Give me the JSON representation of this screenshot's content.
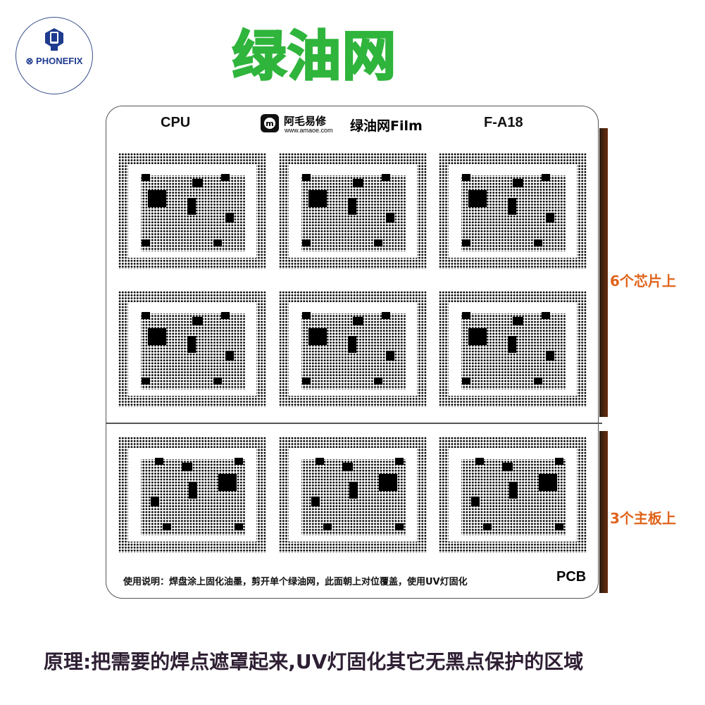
{
  "logo": {
    "text": "⊗ PHONEFIX",
    "icon": "wrench-phone-icon"
  },
  "title": "绿油网",
  "card": {
    "left_label": "CPU",
    "brand_cn": "阿毛易修",
    "brand_url": "www.amaoe.com",
    "film_label": "绿油网Film",
    "model": "F-A18",
    "instructions": "使用说明：焊盘涂上固化油墨，剪开单个绿油网，此面朝上对位覆盖，使用UV灯固化",
    "pcb_label": "PCB"
  },
  "side_labels": {
    "chips": "6个芯片上",
    "boards": "3个主板上"
  },
  "principle": "原理:把需要的焊点遮罩起来,UV灯固化其它无黑点保护的区域",
  "colors": {
    "title": "#2fb43c",
    "side_label": "#e0641c",
    "principle": "#2e1f33",
    "bracket": "#6a2c0c"
  }
}
